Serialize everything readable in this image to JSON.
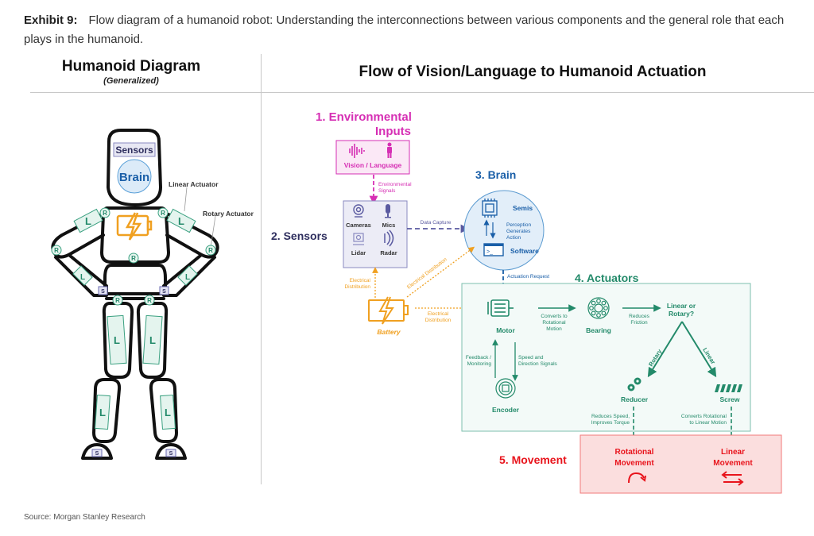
{
  "exhibit": {
    "label": "Exhibit 9:",
    "caption": "Flow diagram of a humanoid robot: Understanding the interconnections between various components and the general role that each plays in the humanoid."
  },
  "left_panel": {
    "title": "Humanoid Diagram",
    "subtitle": "(Generalized)",
    "head_labels": {
      "sensors": "Sensors",
      "brain": "Brain"
    },
    "callouts": {
      "linear": "Linear Actuator",
      "rotary": "Rotary Actuator"
    },
    "joint_labels": {
      "rotary": "R",
      "linear": "L",
      "sensor": "S"
    }
  },
  "right_panel": {
    "title": "Flow of Vision/Language to Humanoid Actuation",
    "stages": {
      "env": {
        "title_line1": "1. Environmental",
        "title_line2": "Inputs",
        "box_label": "Vision / Language",
        "signal_label_1": "Environmental",
        "signal_label_2": "Signals"
      },
      "sensors": {
        "title": "2. Sensors",
        "items": [
          "Cameras",
          "Mics",
          "Lidar",
          "Radar"
        ],
        "data_label": "Data Capture"
      },
      "brain": {
        "title": "3. Brain",
        "semis": "Semis",
        "software": "Software",
        "perception_1": "Perception",
        "perception_2": "Generates",
        "perception_3": "Action",
        "request_label": "Actuation Request"
      },
      "battery": {
        "label": "Battery",
        "dist_1": "Electrical",
        "dist_2": "Distribution",
        "diag_label": "Electrical Distribution"
      },
      "actuators": {
        "title": "4. Actuators",
        "motor": "Motor",
        "bearing": "Bearing",
        "encoder": "Encoder",
        "reducer": "Reducer",
        "screw": "Screw",
        "converts_1": "Converts to",
        "converts_2": "Rotational",
        "converts_3": "Motion",
        "friction_1": "Reduces",
        "friction_2": "Friction",
        "question_1": "Linear or",
        "question_2": "Rotary?",
        "rotary_branch": "Rotary",
        "linear_branch": "Linear",
        "feedback_1": "Feedback /",
        "feedback_2": "Monitoring",
        "speed_1": "Speed and",
        "speed_2": "Direction Signals",
        "reducer_note_1": "Reduces Speed,",
        "reducer_note_2": "Improves Torque",
        "screw_note_1": "Converts Rotational",
        "screw_note_2": "to Linear Motion"
      },
      "movement": {
        "title": "5. Movement",
        "rot_1": "Rotational",
        "rot_2": "Movement",
        "lin_1": "Linear",
        "lin_2": "Movement"
      }
    }
  },
  "colors": {
    "magenta": "#d62fb4",
    "navy": "#2e2e5e",
    "sensor_purple": "#5a5aa0",
    "brain_blue": "#1a5fa8",
    "orange": "#f0a020",
    "green": "#238a6a",
    "red": "#e8141c"
  },
  "source": "Source: Morgan Stanley Research"
}
